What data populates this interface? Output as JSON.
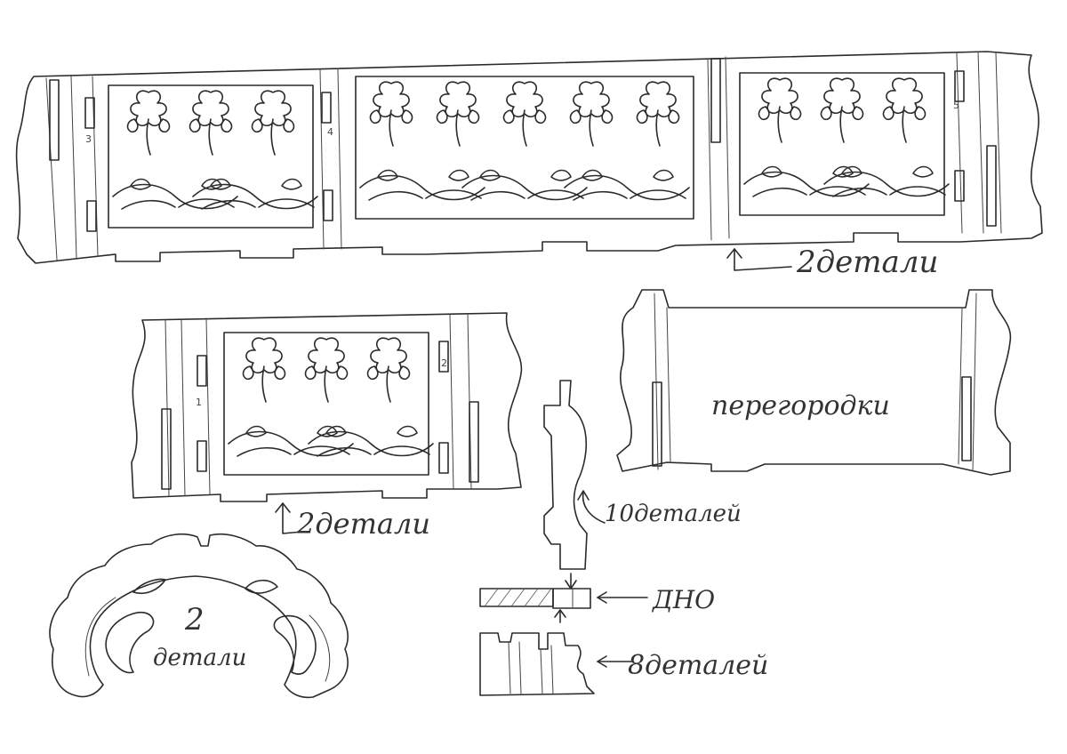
{
  "labels": {
    "long_panel_count": "2детали",
    "short_panel_count": "2детали",
    "partition_title": "перегородки",
    "post_count": "10деталей",
    "bottom_label": "ДНО",
    "foot_count": "8деталей",
    "arch_count_num": "2",
    "arch_count_word": "детали"
  },
  "part_numbers": {
    "long_left": "3",
    "long_mid": "4",
    "long_right": "5",
    "short_left": "1",
    "short_right": "2"
  },
  "colors": {
    "ink": "#2b2b2b",
    "paper": "#ffffff"
  }
}
